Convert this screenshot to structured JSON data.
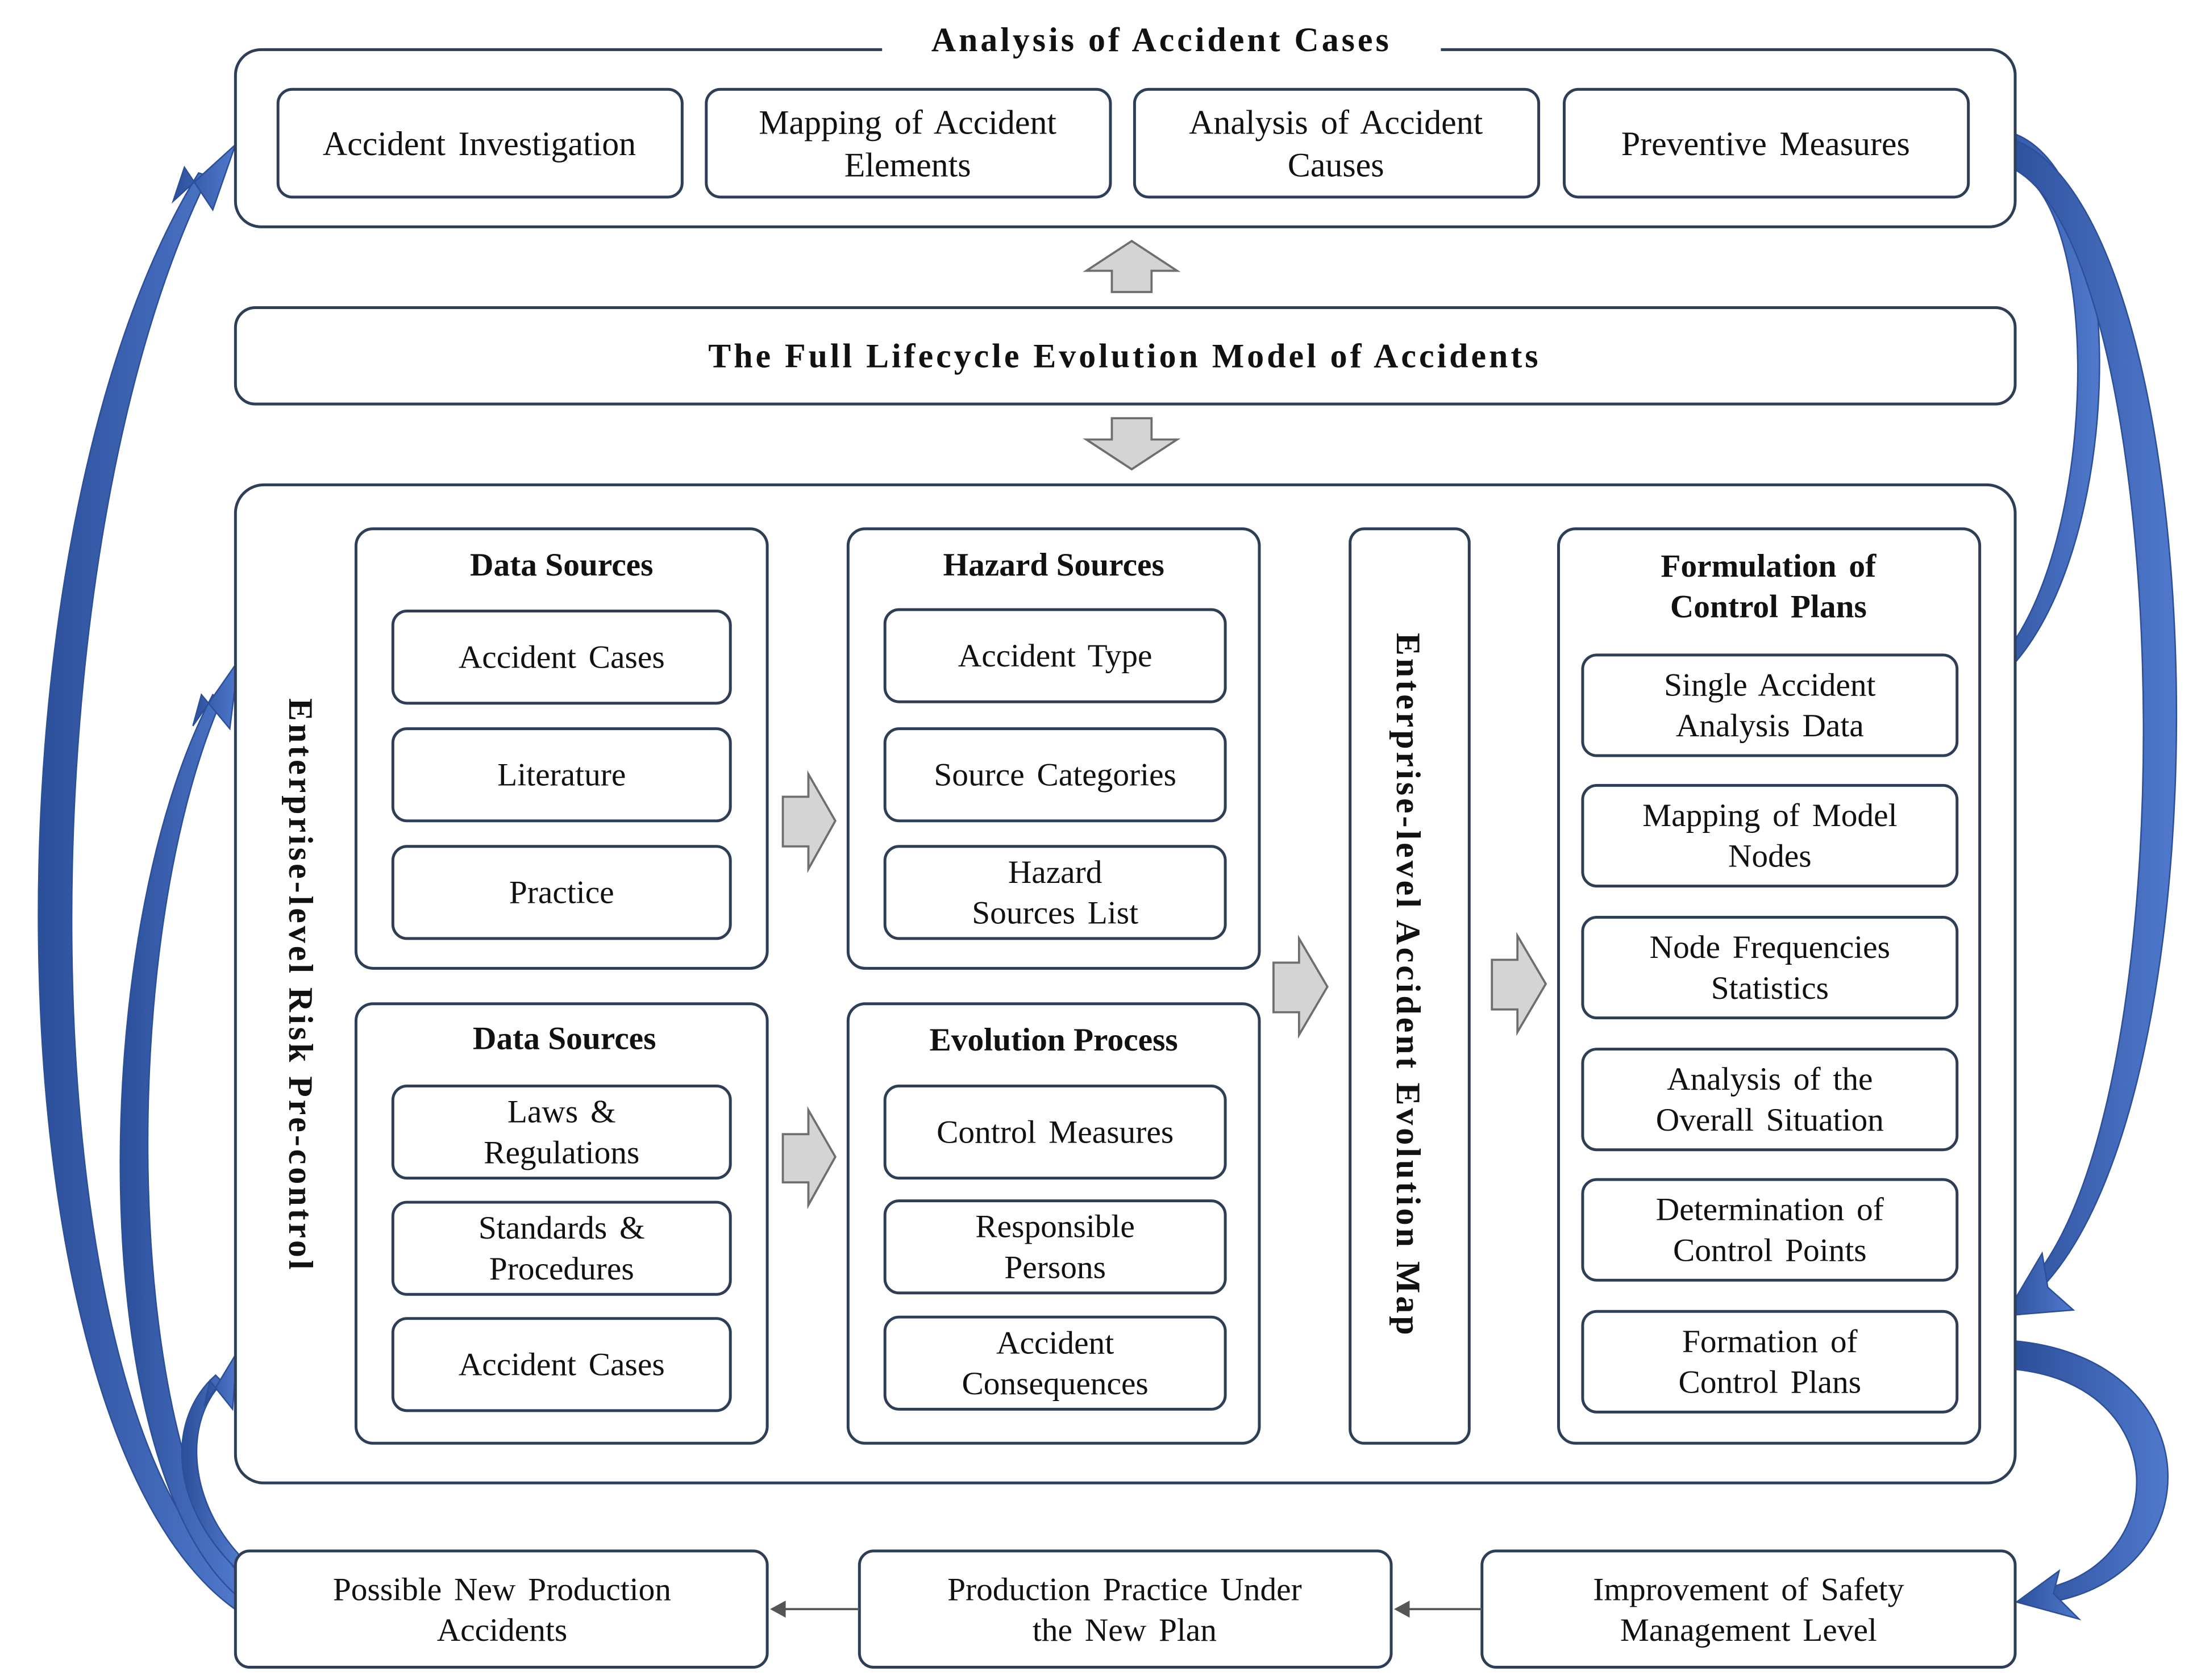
{
  "top_panel": {
    "title": "Analysis of Accident Cases",
    "items": [
      [
        "Accident Investigation"
      ],
      [
        "Mapping of Accident",
        "Elements"
      ],
      [
        "Analysis of Accident",
        "Causes"
      ],
      [
        "Preventive Measures"
      ]
    ]
  },
  "model_bar": {
    "title": "The Full Lifecycle Evolution Model of Accidents"
  },
  "main_panel": {
    "vertical_label": "Enterprise-level Risk Pre-control",
    "data_sources_1": {
      "title": "Data Sources",
      "items": [
        [
          "Accident Cases"
        ],
        [
          "Literature"
        ],
        [
          "Practice"
        ]
      ]
    },
    "data_sources_2": {
      "title": "Data Sources",
      "items": [
        [
          "Laws &",
          "Regulations"
        ],
        [
          "Standards &",
          "Procedures"
        ],
        [
          "Accident Cases"
        ]
      ]
    },
    "hazard_sources": {
      "title": "Hazard Sources",
      "items": [
        [
          "Accident Type"
        ],
        [
          "Source Categories"
        ],
        [
          "Hazard",
          "Sources List"
        ]
      ]
    },
    "evolution_process": {
      "title": "Evolution Process",
      "items": [
        [
          "Control Measures"
        ],
        [
          "Responsible",
          "Persons"
        ],
        [
          "Accident",
          "Consequences"
        ]
      ]
    },
    "evolution_map": {
      "label": "Enterprise-level Accident Evolution Map"
    },
    "control_plans": {
      "title": [
        "Formulation of",
        "Control Plans"
      ],
      "items": [
        [
          "Single Accident",
          "Analysis Data"
        ],
        [
          "Mapping of Model",
          "Nodes"
        ],
        [
          "Node Frequencies",
          "Statistics"
        ],
        [
          "Analysis of the",
          "Overall Situation"
        ],
        [
          "Determination of",
          "Control Points"
        ],
        [
          "Formation of",
          "Control Plans"
        ]
      ]
    }
  },
  "bottom_row": {
    "items": [
      [
        "Possible New Production",
        "Accidents"
      ],
      [
        "Production Practice Under",
        "the New Plan"
      ],
      [
        "Improvement of Safety",
        "Management Level"
      ]
    ]
  },
  "colors": {
    "border": "#2f3e57",
    "block_arrow_fill": "#d4d4d4",
    "block_arrow_stroke": "#6e6e6e",
    "curve_arrow": "#3f66b8",
    "curve_arrow_dark": "#2c4f9a"
  }
}
